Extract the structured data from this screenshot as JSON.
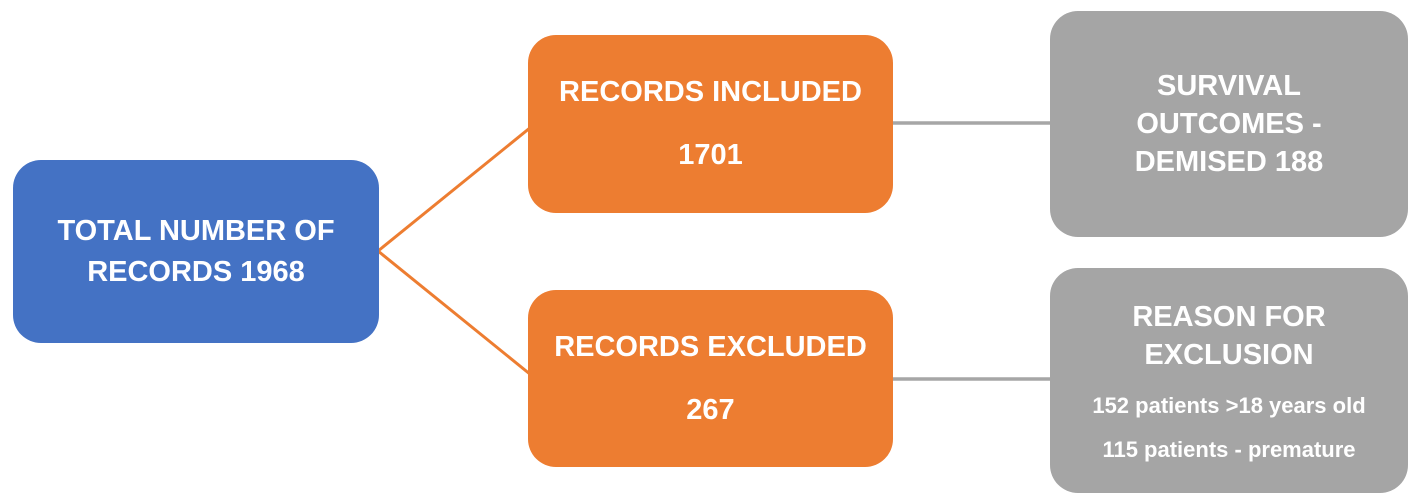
{
  "diagram": {
    "type": "flowchart",
    "root": {
      "lines": [
        "TOTAL NUMBER OF",
        "RECORDS 1968"
      ]
    },
    "included": {
      "title": "RECORDS INCLUDED",
      "value": "1701"
    },
    "excluded": {
      "title": "RECORDS EXCLUDED",
      "value": "267"
    },
    "survival": {
      "lines": [
        "SURVIVAL",
        "OUTCOMES -",
        "DEMISED 188"
      ]
    },
    "exclusion": {
      "heading_lines": [
        "REASON FOR",
        "EXCLUSION"
      ],
      "details": [
        "152 patients >18 years old",
        "115 patients - premature"
      ]
    },
    "values": {
      "total_records": 1968,
      "records_included": 1701,
      "records_excluded": 267,
      "demised": 188,
      "patients_over_18_years": 152,
      "patients_premature": 115
    },
    "connections": [
      {
        "from": "total-records",
        "to": "records-included"
      },
      {
        "from": "total-records",
        "to": "records-excluded"
      },
      {
        "from": "records-included",
        "to": "survival-outcomes"
      },
      {
        "from": "records-excluded",
        "to": "reason-for-exclusion"
      }
    ]
  },
  "colors": {
    "root_box": "#4472C4",
    "branch_box": "#ED7D31",
    "leaf_box": "#A5A5A5",
    "branch_connector": "#ED7D31",
    "leaf_connector": "#A6A6A6",
    "text": "#FFFFFF",
    "background": "#FFFFFF"
  }
}
